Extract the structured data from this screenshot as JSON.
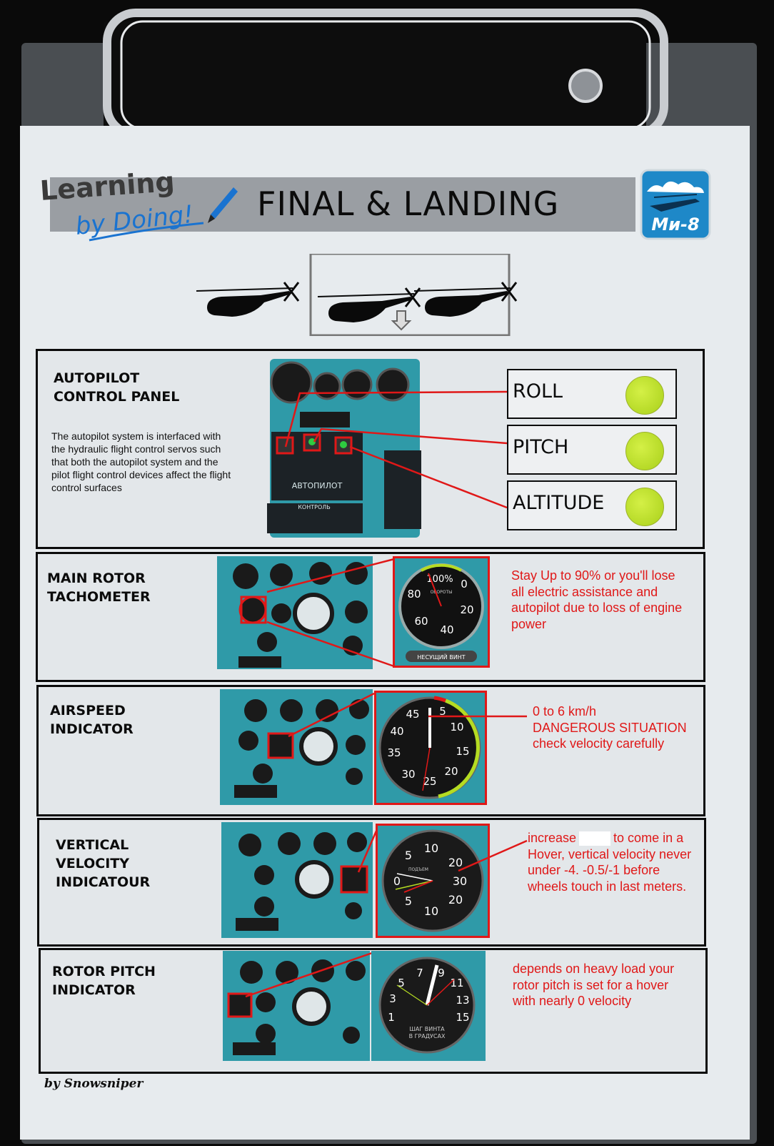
{
  "header": {
    "title": "FINAL & LANDING",
    "logo_line1": "Learning",
    "logo_line2": "by Doing!",
    "badge_text": "Ми-8"
  },
  "sections": [
    {
      "id": "autopilot",
      "title": "AUTOPILOT\nCONTROL PANEL",
      "description": "The autopilot system is interfaced with the hydraulic flight control servos such that both the autopilot system and the pilot flight control devices affect the flight control surfaces",
      "panel_label": "АВТОПИЛОТ",
      "panel_sublabel": "КОНТРОЛЬ",
      "lights": [
        {
          "label": "ROLL",
          "color": "#b5dc22"
        },
        {
          "label": "PITCH",
          "color": "#b5dc22"
        },
        {
          "label": "ALTITUDE",
          "color": "#b5dc22"
        }
      ]
    },
    {
      "id": "tachometer",
      "title": "MAIN ROTOR\nTACHOMETER",
      "note": "Stay Up to 90% or you'll lose all electric assistance and autopilot due to loss of engine power",
      "gauge_labels": [
        "100%",
        "80",
        "0",
        "60",
        "20",
        "40"
      ],
      "gauge_caption": "НЕСУЩИЙ ВИНТ",
      "gauge_inner": "ОБОРОТЫ"
    },
    {
      "id": "airspeed",
      "title": "AIRSPEED\nINDICATOR",
      "note_lines": [
        "0 to 6 km/h",
        "DANGEROUS SITUATION",
        "check velocity carefully"
      ],
      "gauge_labels": [
        "45",
        "5",
        "40",
        "10",
        "35",
        "15",
        "30",
        "20",
        "25"
      ]
    },
    {
      "id": "vertical",
      "title": "VERTICAL\nVELOCITY\nINDICATOUR",
      "note_part1": "increase",
      "note_part2": "to come in a Hover, vertical velocity never under -4.  -0.5/-1 before wheels touch in last meters.",
      "gauge_labels": [
        "5",
        "10",
        "20",
        "0",
        "30",
        "5",
        "10",
        "20"
      ],
      "gauge_inner": "ПОДЪЕМ"
    },
    {
      "id": "rotorpitch",
      "title": "ROTOR PITCH\nINDICATOR",
      "note": "depends on heavy load your rotor pitch is set for a hover with nearly 0 velocity",
      "gauge_labels": [
        "5",
        "7",
        "9",
        "11",
        "3",
        "13",
        "1",
        "15"
      ],
      "gauge_caption_1": "ШАГ ВИНТА",
      "gauge_caption_2": "В ГРАДУСАХ"
    }
  ],
  "colors": {
    "panel_teal": "#2f9aa8",
    "callout_red": "#e01818",
    "lamp_green": "#b5dc22"
  },
  "footer": {
    "signature": "by Snowsniper"
  }
}
